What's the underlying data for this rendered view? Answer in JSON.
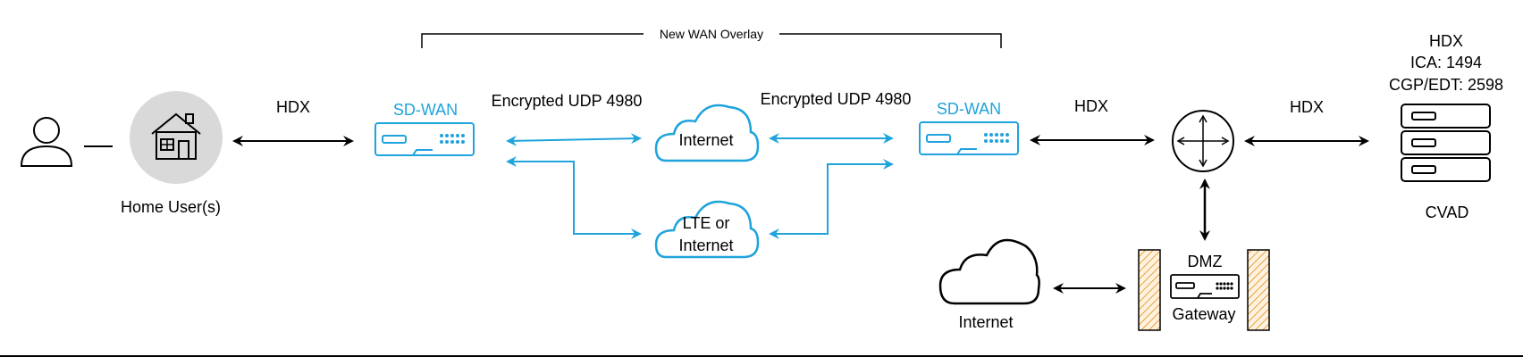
{
  "overlay": {
    "label": "New WAN Overlay"
  },
  "home": {
    "label": "Home User(s)"
  },
  "links": {
    "hdx_left": "HDX",
    "enc_udp_left": "Encrypted UDP 4980",
    "enc_udp_right": "Encrypted UDP 4980",
    "hdx_mid": "HDX",
    "hdx_right": "HDX"
  },
  "sdwan_left": {
    "label": "SD-WAN"
  },
  "sdwan_right": {
    "label": "SD-WAN"
  },
  "cloud_internet": {
    "label": "Internet"
  },
  "cloud_lte": {
    "line1": "LTE or",
    "line2": "Internet"
  },
  "cvad": {
    "title": "HDX",
    "ica": "ICA: 1494",
    "cgp": "CGP/EDT: 2598",
    "label": "CVAD"
  },
  "dmz": {
    "label": "DMZ",
    "gateway": "Gateway"
  },
  "internet_bottom": {
    "label": "Internet"
  },
  "colors": {
    "accent": "#1fa3dc",
    "firewall": "#f0a030",
    "house_bg": "#d9d9d9"
  }
}
